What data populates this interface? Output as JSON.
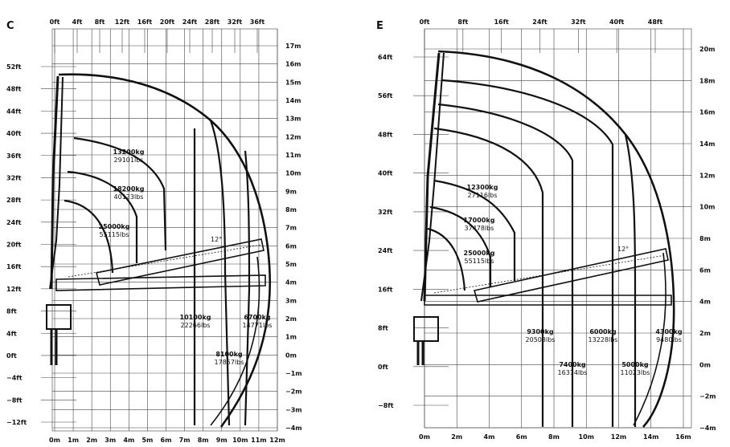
{
  "panels": [
    {
      "id": "C",
      "top_ft": [
        "0ft",
        "4ft",
        "8ft",
        "12ft",
        "16ft",
        "20ft",
        "24ft",
        "28ft",
        "32ft",
        "36ft"
      ],
      "bottom_m": [
        "0m",
        "1m",
        "2m",
        "3m",
        "4m",
        "5m",
        "6m",
        "7m",
        "8m",
        "9m",
        "10m",
        "11m",
        "12m"
      ],
      "left_ft": [
        "52ft",
        "48ft",
        "44ft",
        "40ft",
        "36ft",
        "32ft",
        "28ft",
        "24ft",
        "20ft",
        "16ft",
        "12ft",
        "8ft",
        "4ft",
        "0ft",
        "−4ft",
        "−8ft",
        "−12ft"
      ],
      "right_m": [
        "17m",
        "16m",
        "15m",
        "14m",
        "13m",
        "12m",
        "11m",
        "10m",
        "9m",
        "8m",
        "7m",
        "6m",
        "5m",
        "4m",
        "3m",
        "2m",
        "1m",
        "0m",
        "−1m",
        "−2m",
        "−3m",
        "−4m"
      ],
      "angle": "12°",
      "loads": [
        {
          "kg": "13200kg",
          "lbs": "29101lbs"
        },
        {
          "kg": "18200kg",
          "lbs": "40123lbs"
        },
        {
          "kg": "25000kg",
          "lbs": "55115lbs"
        },
        {
          "kg": "10100kg",
          "lbs": "22266lbs"
        },
        {
          "kg": "8100kg",
          "lbs": "17857lbs"
        },
        {
          "kg": "6700kg",
          "lbs": "14771lbs"
        }
      ]
    },
    {
      "id": "E",
      "top_ft": [
        "0ft",
        "8ft",
        "16ft",
        "24ft",
        "32ft",
        "40ft",
        "48ft"
      ],
      "bottom_m": [
        "0m",
        "2m",
        "4m",
        "6m",
        "8m",
        "10m",
        "12m",
        "14m",
        "16m"
      ],
      "left_ft": [
        "64ft",
        "56ft",
        "48ft",
        "40ft",
        "32ft",
        "24ft",
        "16ft",
        "8ft",
        "0ft",
        "−8ft"
      ],
      "right_m": [
        "20m",
        "18m",
        "16m",
        "14m",
        "12m",
        "10m",
        "8m",
        "6m",
        "4m",
        "2m",
        "0m",
        "−2m",
        "−4m"
      ],
      "angle": "12°",
      "loads": [
        {
          "kg": "12300kg",
          "lbs": "27116lbs"
        },
        {
          "kg": "17000kg",
          "lbs": "37478lbs"
        },
        {
          "kg": "25000kg",
          "lbs": "55115lbs"
        },
        {
          "kg": "9300kg",
          "lbs": "20503lbs"
        },
        {
          "kg": "7400kg",
          "lbs": "16314lbs"
        },
        {
          "kg": "6000kg",
          "lbs": "13228lbs"
        },
        {
          "kg": "5000kg",
          "lbs": "11023lbs"
        },
        {
          "kg": "4300kg",
          "lbs": "9480lbs"
        }
      ]
    }
  ]
}
